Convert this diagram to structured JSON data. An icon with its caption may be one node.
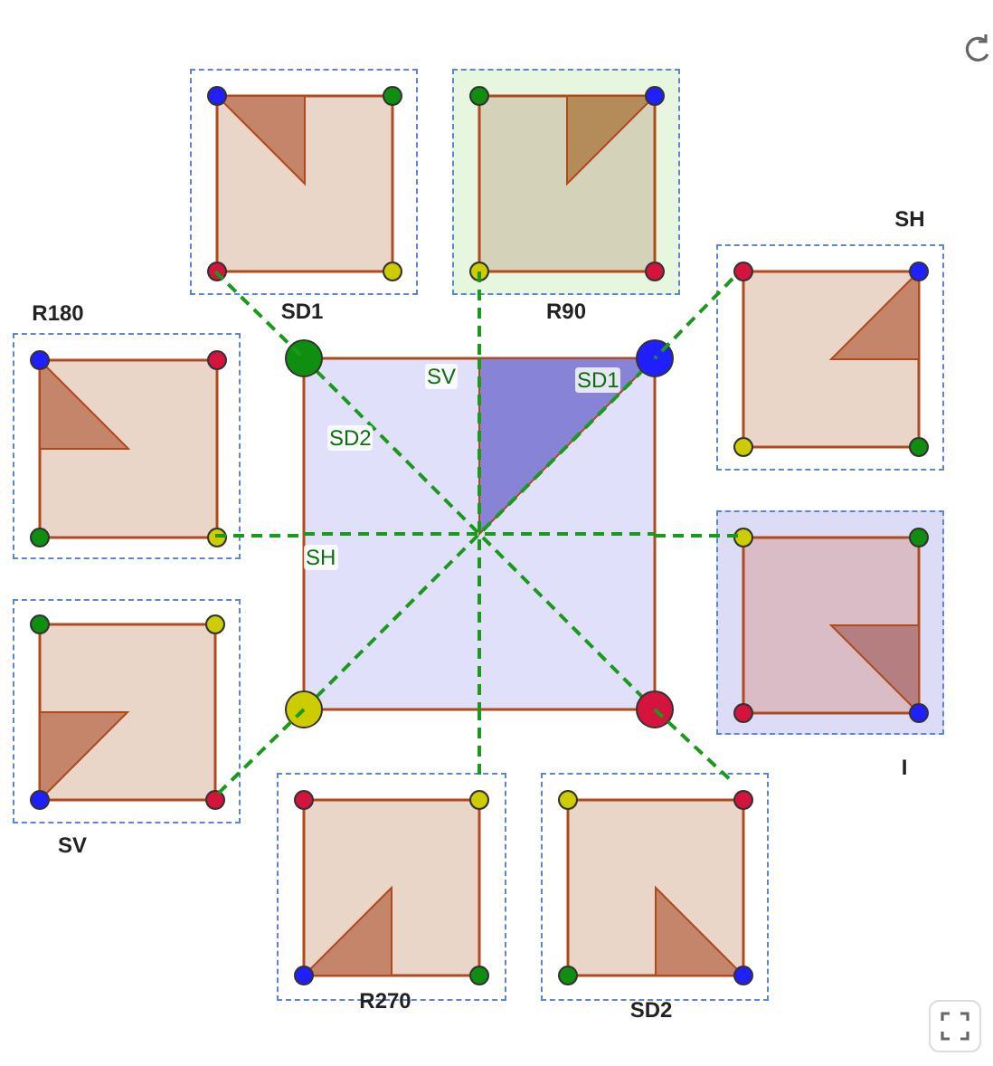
{
  "diagram": {
    "nodes": [
      {
        "text": [],
        "shape": "box",
        "beside": [
          "SD1"
        ]
      },
      {
        "text": [],
        "shape": "box",
        "beside": [
          "R90"
        ]
      },
      {
        "text": [],
        "shape": "box",
        "beside": [
          "SH"
        ]
      },
      {
        "text": [],
        "shape": "box",
        "beside": [
          "R180"
        ]
      },
      {
        "text": [],
        "shape": "box"
      },
      {
        "text": [],
        "shape": "box",
        "beside": [
          "I"
        ]
      },
      {
        "text": [],
        "shape": "box",
        "beside": [
          "SV"
        ]
      },
      {
        "text": [],
        "shape": "box",
        "beside": [
          "R270"
        ]
      },
      {
        "text": [],
        "shape": "box",
        "beside": [
          "SD2"
        ]
      }
    ],
    "edges": [
      {
        "from": 0,
        "to": 4,
        "arrow": "none",
        "style": "dashed"
      },
      {
        "from": 1,
        "to": 4,
        "arrow": "none",
        "style": "dashed"
      },
      {
        "from": 2,
        "to": 4,
        "arrow": "none",
        "style": "dashed"
      },
      {
        "from": 3,
        "to": 4,
        "arrow": "none",
        "style": "dashed"
      },
      {
        "from": 4,
        "to": 5,
        "arrow": "none",
        "style": "dashed"
      },
      {
        "from": 4,
        "to": 6,
        "arrow": "none",
        "style": "dashed"
      },
      {
        "from": 4,
        "to": 7,
        "arrow": "none",
        "style": "dashed"
      },
      {
        "from": 4,
        "to": 8,
        "arrow": "none",
        "style": "dashed"
      }
    ],
    "labels": [
      "SV",
      "SD1",
      "SD2",
      "SH"
    ]
  }
}
